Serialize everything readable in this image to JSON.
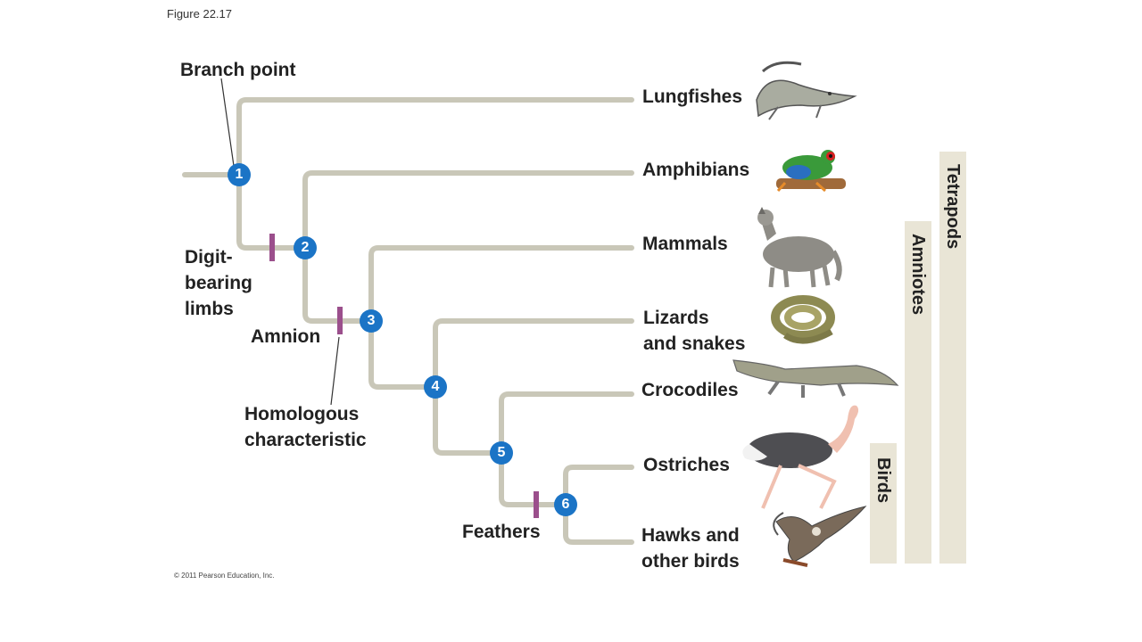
{
  "figure": {
    "number": "Figure 22.17",
    "copyright": "© 2011 Pearson Education, Inc."
  },
  "annotations": {
    "branch_point": "Branch point",
    "digit_bearing_limbs": [
      "Digit-",
      "bearing",
      "limbs"
    ],
    "amnion": "Amnion",
    "homologous_characteristic": [
      "Homologous",
      "characteristic"
    ],
    "feathers": "Feathers"
  },
  "nodes": [
    "1",
    "2",
    "3",
    "4",
    "5",
    "6"
  ],
  "taxa": {
    "lungfishes": "Lungfishes",
    "amphibians": "Amphibians",
    "mammals": "Mammals",
    "lizards_and_snakes": [
      "Lizards",
      "and snakes"
    ],
    "crocodiles": "Crocodiles",
    "ostriches": "Ostriches",
    "hawks_and_other_birds": [
      "Hawks and",
      "other birds"
    ]
  },
  "groups": {
    "tetrapods": "Tetrapods",
    "amniotes": "Amniotes",
    "birds": "Birds"
  },
  "colors": {
    "branch": "#c9c7b8",
    "node": "#1b74c6",
    "character_mark": "#9b4f8c",
    "group_bar": "#e9e5d6"
  }
}
